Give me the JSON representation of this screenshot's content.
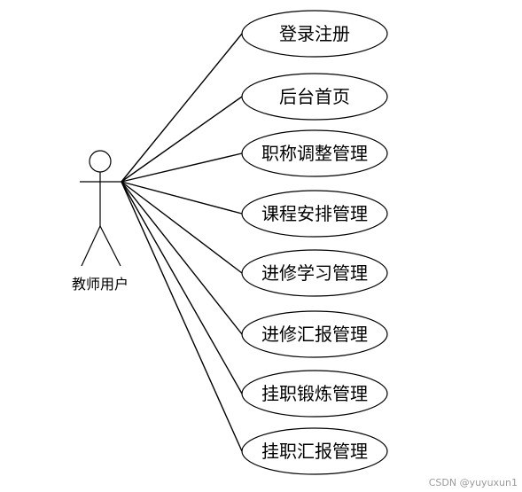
{
  "diagram": {
    "actor": {
      "label": "教师用户",
      "icon": "stick-figure-icon"
    },
    "use_cases": [
      {
        "label": "登录注册"
      },
      {
        "label": "后台首页"
      },
      {
        "label": "职称调整管理"
      },
      {
        "label": "课程安排管理"
      },
      {
        "label": "进修学习管理"
      },
      {
        "label": "进修汇报管理"
      },
      {
        "label": "挂职锻炼管理"
      },
      {
        "label": "挂职汇报管理"
      }
    ],
    "colors": {
      "stroke": "#000000",
      "background": "#ffffff",
      "watermark": "#9a9a9a"
    }
  },
  "watermark": {
    "text": "CSDN @yuyuxun1"
  }
}
